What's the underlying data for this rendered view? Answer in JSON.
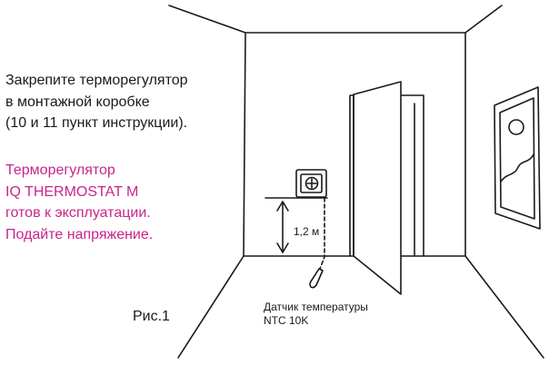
{
  "instructions": {
    "mount_lines": [
      "Закрепите терморегулятор",
      "в монтажной коробке",
      "(10 и 11 пункт инструкции)."
    ],
    "ready_lines": [
      "Терморегулятор",
      "IQ THERMOSTAT M",
      "готов к эксплуатации.",
      "Подайте напряжение."
    ]
  },
  "diagram": {
    "height_label": "1,2 м",
    "sensor_label_lines": [
      "Датчик температуры",
      "NTC 10K"
    ],
    "figure_caption": "Рис.1",
    "icons": {
      "thermostat": "thermostat-icon",
      "door": "door-icon",
      "picture": "wall-picture-icon",
      "sensor": "temperature-sensor-icon"
    }
  },
  "colors": {
    "accent": "#c8258a",
    "line": "#1a1a1a"
  }
}
